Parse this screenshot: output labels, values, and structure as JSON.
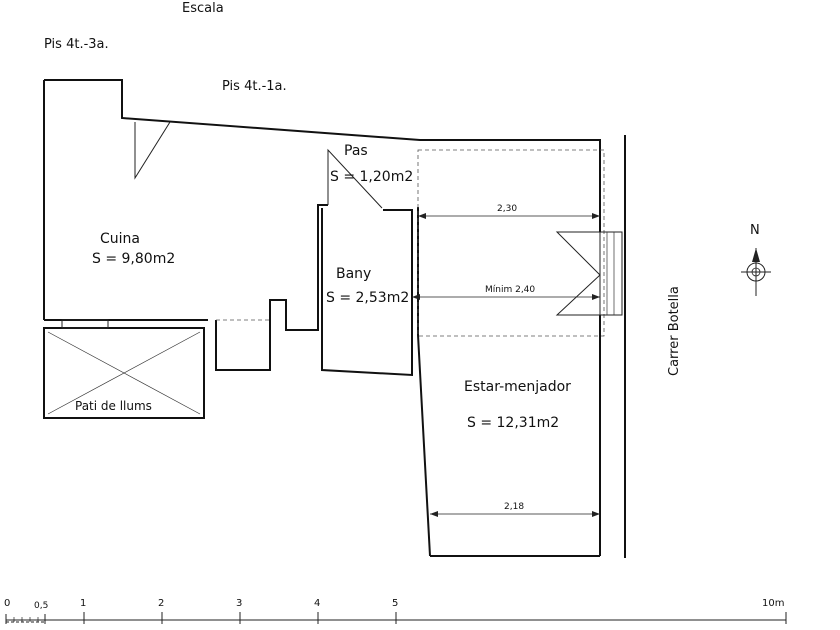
{
  "labels": {
    "stair": "Escala",
    "neighbor_left": "Pis 4t.-3a.",
    "neighbor_right": "Pis 4t.-1a.",
    "street": "Carrer Botella",
    "north": "N"
  },
  "rooms": {
    "pas": {
      "name": "Pas",
      "area": "S = 1,20m2"
    },
    "cuina": {
      "name": "Cuina",
      "area": "S = 9,80m2"
    },
    "bany": {
      "name": "Bany",
      "area": "S = 2,53m2"
    },
    "estar": {
      "name": "Estar-menjador",
      "area": "S = 12,31m2"
    },
    "pati": {
      "name": "Pati de llums"
    }
  },
  "dimensions": {
    "top": "2,30",
    "middle": "Mínim 2,40",
    "bottom": "2,18"
  },
  "scale_bar": {
    "ticks": [
      "0",
      "0,5",
      "1",
      "2",
      "3",
      "4",
      "5",
      "10m"
    ]
  }
}
